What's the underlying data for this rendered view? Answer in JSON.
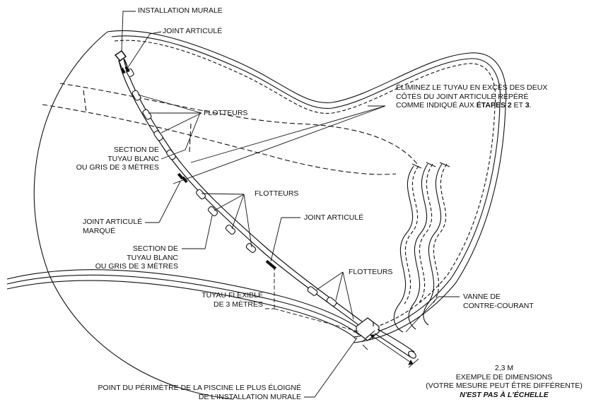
{
  "labels": {
    "wall_fitting": "INSTALLATION MURALE",
    "swivel_joint_top": "JOINT ARTICULÉ",
    "remove_excess": {
      "line1": "ÉLIMINEZ LE TUYAU EN EXCÈS DES DEUX",
      "line2": "CÔTÉS DU JOINT ARTICULÉ REPÉRÉ",
      "line3_prefix": "COMME INDIQUÉ AUX ",
      "step_a": "ÉTAPES 2",
      "and": " ET ",
      "step_b": "3",
      "end": "."
    },
    "floats_1": "FLOTTEURS",
    "hose_section_1": {
      "line1": "SECTION DE",
      "line2": "TUYAU BLANC",
      "line3": "OU GRIS DE 3 MÈTRES"
    },
    "floats_2": "FLOTTEURS",
    "marked_swivel": {
      "line1": "JOINT ARTICULÉ",
      "line2": "MARQUÉ"
    },
    "swivel_joint_mid": "JOINT ARTICULÉ",
    "hose_section_2": {
      "line1": "SECTION DE",
      "line2": "TUYAU BLANC",
      "line3": "OU GRIS DE 3 MÈTRES"
    },
    "floats_3": "FLOTTEURS",
    "flex_hose": {
      "line1": "TUYAU FLEXIBLE",
      "line2": "DE 3 MÈTRES"
    },
    "backflow_valve": {
      "line1": "VANNE DE",
      "line2": "CONTRE-COURANT"
    },
    "dimension": {
      "value": "2,3 M",
      "line1": "EXEMPLE DE DIMENSIONS",
      "line2": "(VOTRE MESURE PEUT ÊTRE DIFFÉRENTE)",
      "line3": "N'EST PAS À L'ÉCHELLE"
    },
    "farthest_point": {
      "line1": "POINT DU PÉRIMÈTRE DE LA PISCINE LE PLUS ÉLOIGNÉ",
      "line2": "DE L'INSTALLATION MURALE"
    }
  },
  "colors": {
    "ink": "#111111",
    "background": "#ffffff"
  }
}
